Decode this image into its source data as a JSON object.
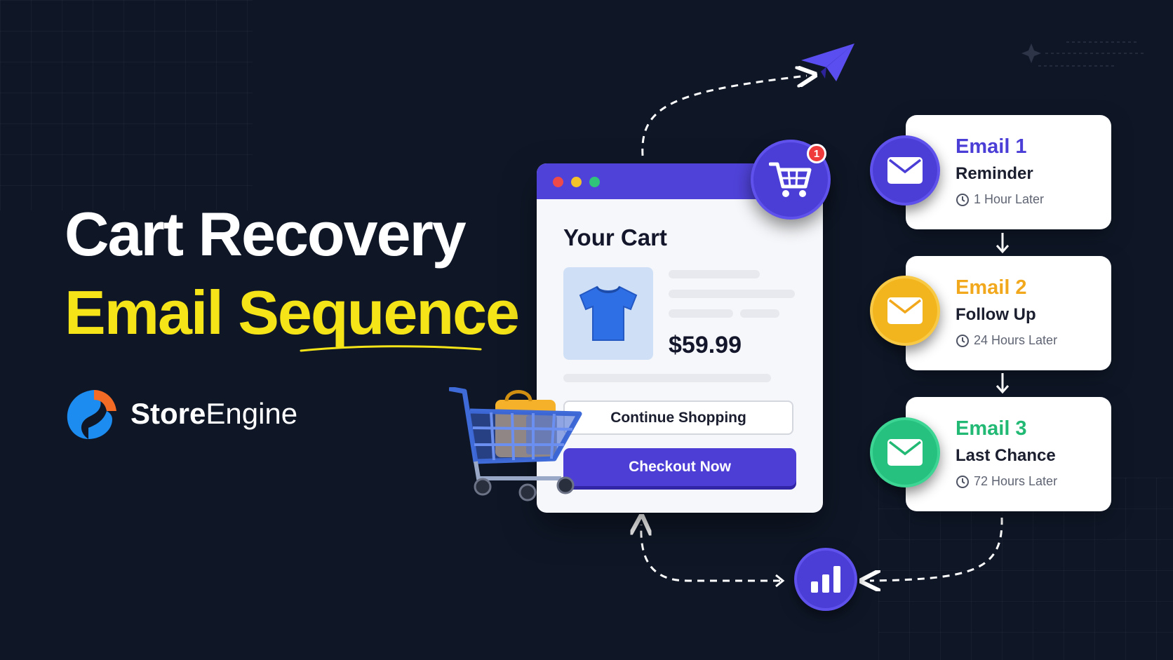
{
  "headline": {
    "line1": "Cart Recovery",
    "line2": "Email Sequence"
  },
  "brand": {
    "name_bold": "Store",
    "name_regular": "Engine",
    "logo_icon": "storeengine-logo-icon"
  },
  "cart": {
    "title": "Your Cart",
    "price": "$59.99",
    "badge_count": "1",
    "continue_label": "Continue Shopping",
    "checkout_label": "Checkout Now",
    "product_icon": "tshirt-icon"
  },
  "emails": [
    {
      "title": "Email 1",
      "subject": "Reminder",
      "delay": "1 Hour Later",
      "color": "#4b3ed6"
    },
    {
      "title": "Email 2",
      "subject": "Follow Up",
      "delay": "24 Hours Later",
      "color": "#f2a81c"
    },
    {
      "title": "Email 3",
      "subject": "Last Chance",
      "delay": "72 Hours Later",
      "color": "#22b974"
    }
  ],
  "colors": {
    "background": "#0f1727",
    "accent_purple": "#4b3ed6",
    "headline_yellow": "#f5e417",
    "email_yellow": "#f2a81c",
    "email_green": "#22b974"
  },
  "icons": [
    "paper-plane-icon",
    "shopping-cart-icon",
    "envelope-icon",
    "clock-icon",
    "bar-chart-icon",
    "shopping-bag-icon"
  ]
}
